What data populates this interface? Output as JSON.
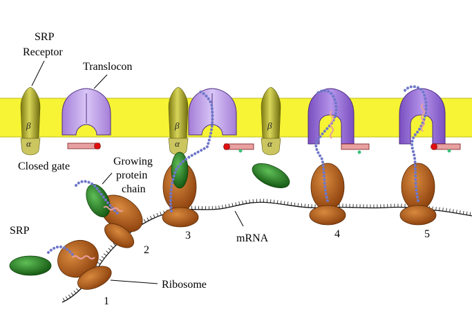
{
  "labels": {
    "srp_receptor_line1": "SRP",
    "srp_receptor_line2": "Receptor",
    "translocon": "Translocon",
    "closed_gate": "Closed gate",
    "growing_line1": "Growing",
    "growing_line2": "protein",
    "growing_line3": "chain",
    "srp": "SRP",
    "mrna": "mRNA",
    "ribosome": "Ribosome"
  },
  "steps": [
    "1",
    "2",
    "3",
    "4",
    "5"
  ],
  "receptor_subunits": {
    "beta": "β",
    "alpha": "α"
  },
  "colors": {
    "membrane": "#f6f435",
    "receptor": "#9e9a1e",
    "translocon_light": "#c9aef0",
    "translocon_dark": "#9b72d6",
    "ribosome": "#b6611b",
    "srp": "#2e8f2a",
    "chain": "#7f86cf",
    "gate": "#e8a0a0",
    "gate_dot": "#e01010"
  }
}
